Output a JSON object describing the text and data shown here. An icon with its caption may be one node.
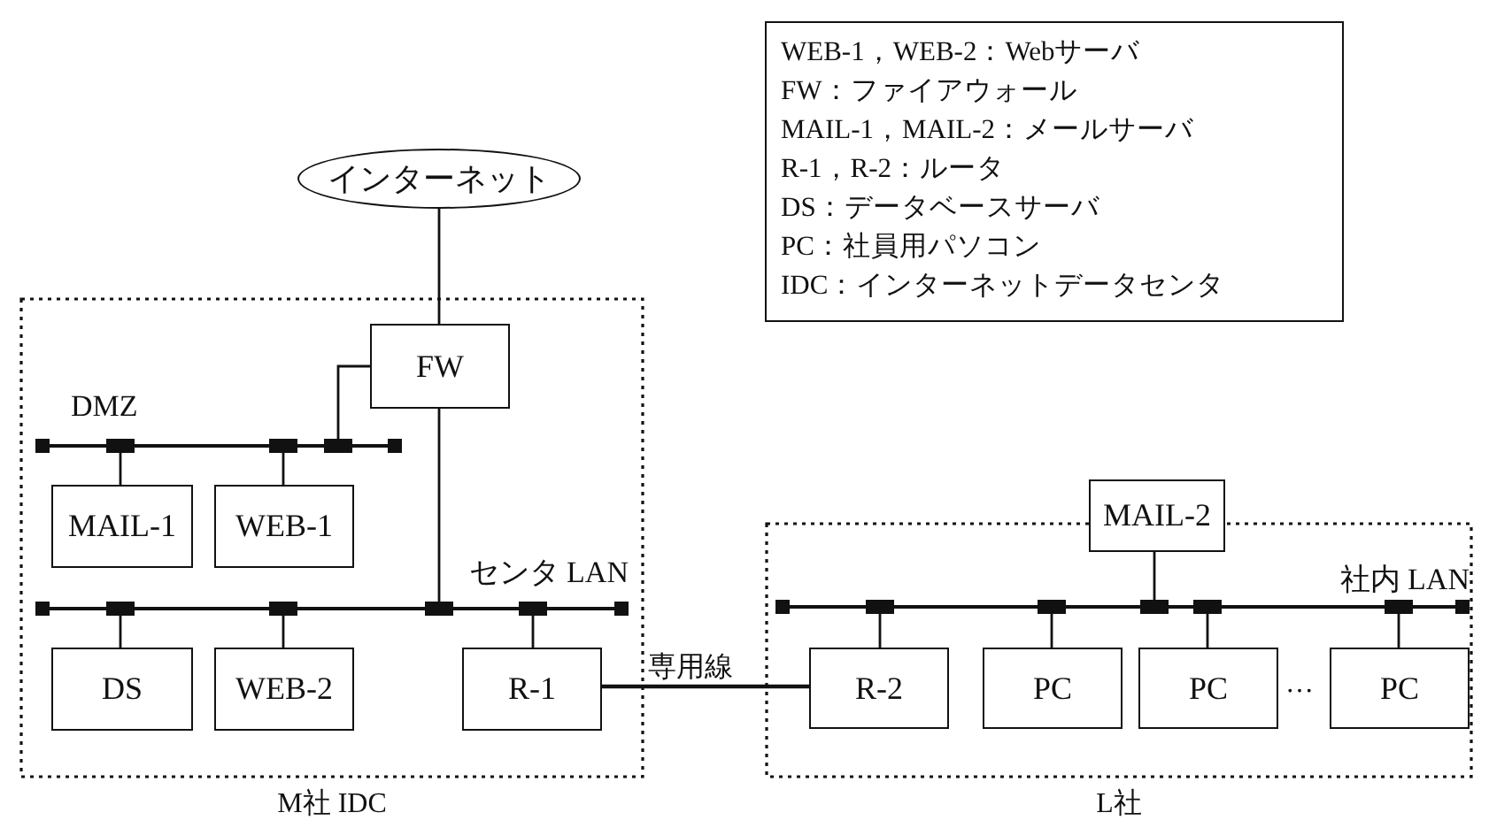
{
  "diagram": {
    "nodes": [
      {
        "text": [
          "インターネット"
        ]
      },
      {
        "text": [
          "M社 IDC"
        ]
      },
      {
        "text": [
          "FW"
        ],
        "in": 1
      },
      {
        "text": [
          "DMZ"
        ],
        "in": 1
      },
      {
        "text": [
          "MAIL-1"
        ],
        "in": 1
      },
      {
        "text": [
          "WEB-1"
        ],
        "in": 1
      },
      {
        "text": [
          "センタ LAN"
        ],
        "in": 1
      },
      {
        "text": [
          "DS"
        ],
        "in": 1
      },
      {
        "text": [
          "WEB-2"
        ],
        "in": 1
      },
      {
        "text": [
          "R-1"
        ],
        "in": 1
      },
      {
        "text": [
          "L社"
        ]
      },
      {
        "text": [
          "MAIL-2"
        ]
      },
      {
        "text": [
          "社内 LAN"
        ],
        "in": 10
      },
      {
        "text": [
          "R-2"
        ],
        "in": 10
      },
      {
        "text": [
          "PC"
        ],
        "in": 10
      },
      {
        "text": [
          "PC"
        ],
        "in": 10
      },
      {
        "text": [
          "PC"
        ],
        "in": 10
      }
    ],
    "edges": [
      {
        "from": 0,
        "to": 2,
        "arrow": "none"
      },
      {
        "from": 2,
        "to": 3,
        "arrow": "none"
      },
      {
        "from": 2,
        "to": 6,
        "arrow": "none"
      },
      {
        "from": 4,
        "to": 3,
        "arrow": "none"
      },
      {
        "from": 5,
        "to": 3,
        "arrow": "none"
      },
      {
        "from": 7,
        "to": 6,
        "arrow": "none"
      },
      {
        "from": 8,
        "to": 6,
        "arrow": "none"
      },
      {
        "from": 9,
        "to": 6,
        "arrow": "none"
      },
      {
        "from": 9,
        "to": 13,
        "label": "専用線",
        "arrow": "none"
      },
      {
        "from": 11,
        "to": 12,
        "arrow": "none"
      },
      {
        "from": 13,
        "to": 12,
        "arrow": "none"
      },
      {
        "from": 14,
        "to": 12,
        "arrow": "none"
      },
      {
        "from": 15,
        "to": 12,
        "arrow": "none"
      },
      {
        "from": 16,
        "to": 12,
        "arrow": "none"
      }
    ],
    "labels": [
      "WEB-1，WEB-2：Webサーバ",
      "FW：ファイアウォール",
      "MAIL-1，MAIL-2：メールサーバ",
      "R-1，R-2：ルータ",
      "DS：データベースサーバ",
      "PC：社員用パソコン",
      "IDC：インターネットデータセンタ",
      "…"
    ]
  }
}
